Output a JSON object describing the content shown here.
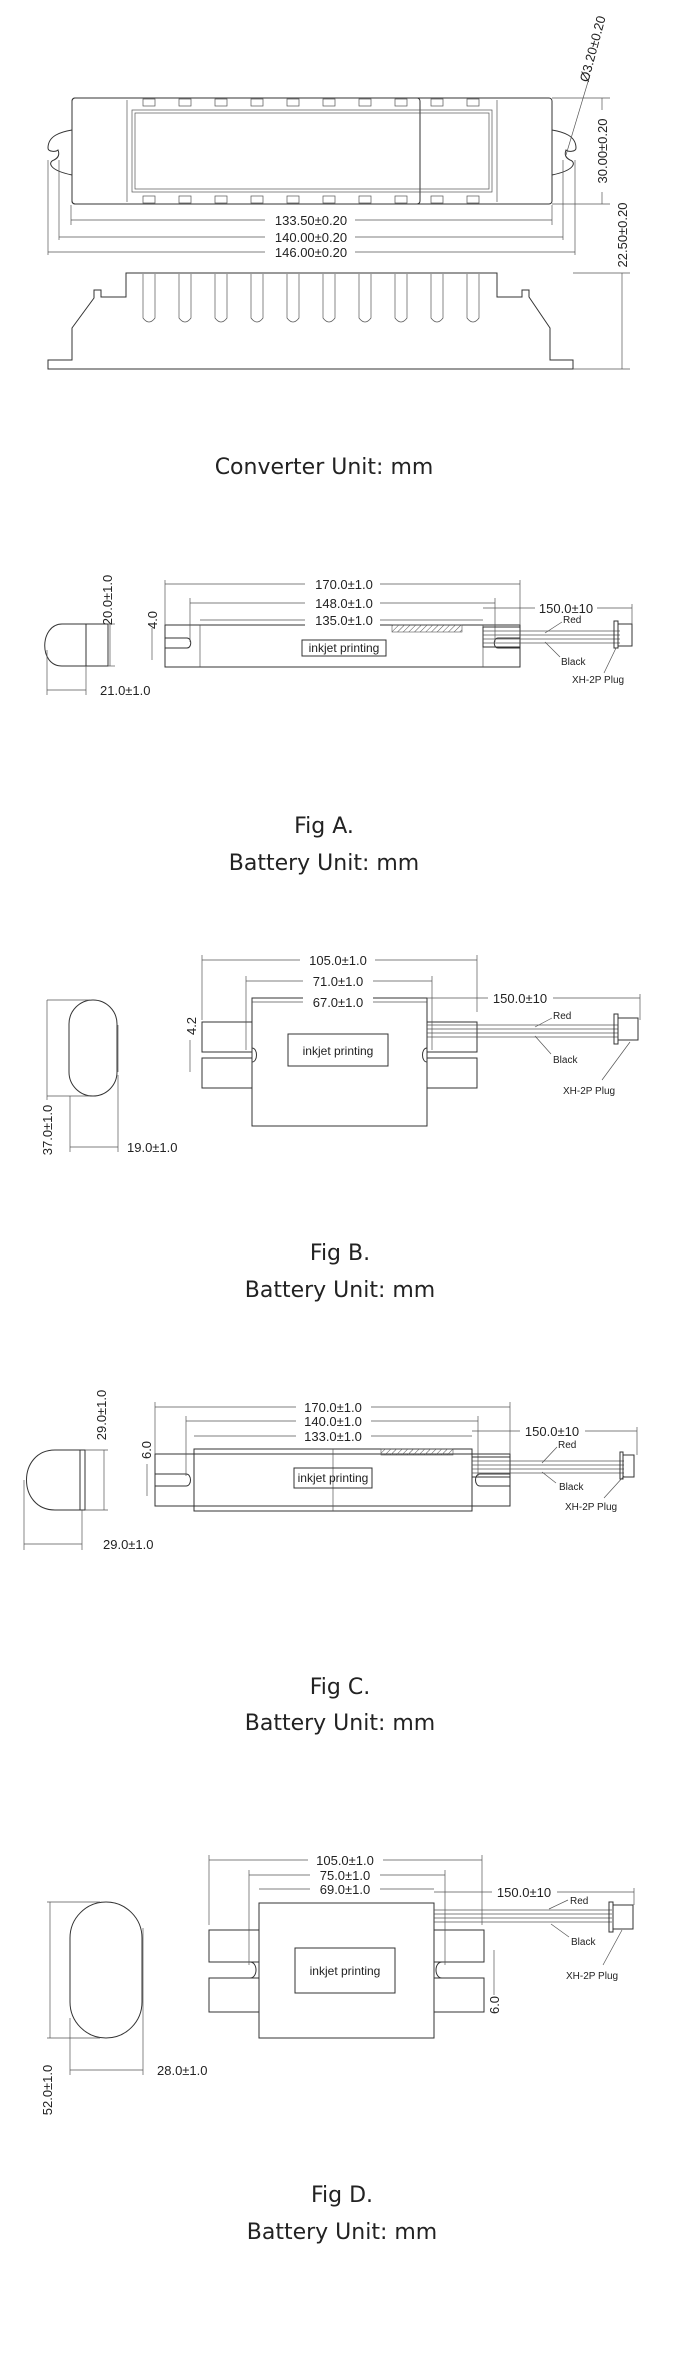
{
  "converter": {
    "dims": {
      "hole": "Ø3.20±0.20",
      "height": "30.00±0.20",
      "inner_length": "133.50±0.20",
      "hole_pitch": "140.00±0.20",
      "total_length": "146.00±0.20",
      "depth": "22.50±0.20"
    },
    "caption": "Converter  Unit: mm"
  },
  "figures": [
    {
      "id": "A",
      "dims": {
        "d1": "170.0±1.0",
        "d2": "148.0±1.0",
        "d3": "135.0±1.0",
        "lead": "150.0±10",
        "slot": "4.0",
        "side_h": "20.0±1.0",
        "side_w": "21.0±1.0"
      },
      "label": "inkjet printing",
      "wire_red": "Red",
      "wire_black": "Black",
      "plug": "XH-2P Plug",
      "title": "Fig A.",
      "caption": "Battery  Unit: mm"
    },
    {
      "id": "B",
      "dims": {
        "d1": "105.0±1.0",
        "d2": "71.0±1.0",
        "d3": "67.0±1.0",
        "lead": "150.0±10",
        "slot": "4.2",
        "side_h": "37.0±1.0",
        "side_w": "19.0±1.0"
      },
      "label": "inkjet printing",
      "wire_red": "Red",
      "wire_black": "Black",
      "plug": "XH-2P Plug",
      "title": "Fig B.",
      "caption": "Battery  Unit: mm"
    },
    {
      "id": "C",
      "dims": {
        "d1": "170.0±1.0",
        "d2": "140.0±1.0",
        "d3": "133.0±1.0",
        "lead": "150.0±10",
        "slot": "6.0",
        "side_h": "29.0±1.0",
        "side_w": "29.0±1.0"
      },
      "label": "inkjet printing",
      "wire_red": "Red",
      "wire_black": "Black",
      "plug": "XH-2P Plug",
      "title": "Fig C.",
      "caption": "Battery  Unit: mm"
    },
    {
      "id": "D",
      "dims": {
        "d1": "105.0±1.0",
        "d2": "75.0±1.0",
        "d3": "69.0±1.0",
        "lead": "150.0±10",
        "slot": "6.0",
        "side_h": "52.0±1.0",
        "side_w": "28.0±1.0"
      },
      "label": "inkjet printing",
      "wire_red": "Red",
      "wire_black": "Black",
      "plug": "XH-2P Plug",
      "title": "Fig D.",
      "caption": "Battery  Unit: mm"
    }
  ]
}
